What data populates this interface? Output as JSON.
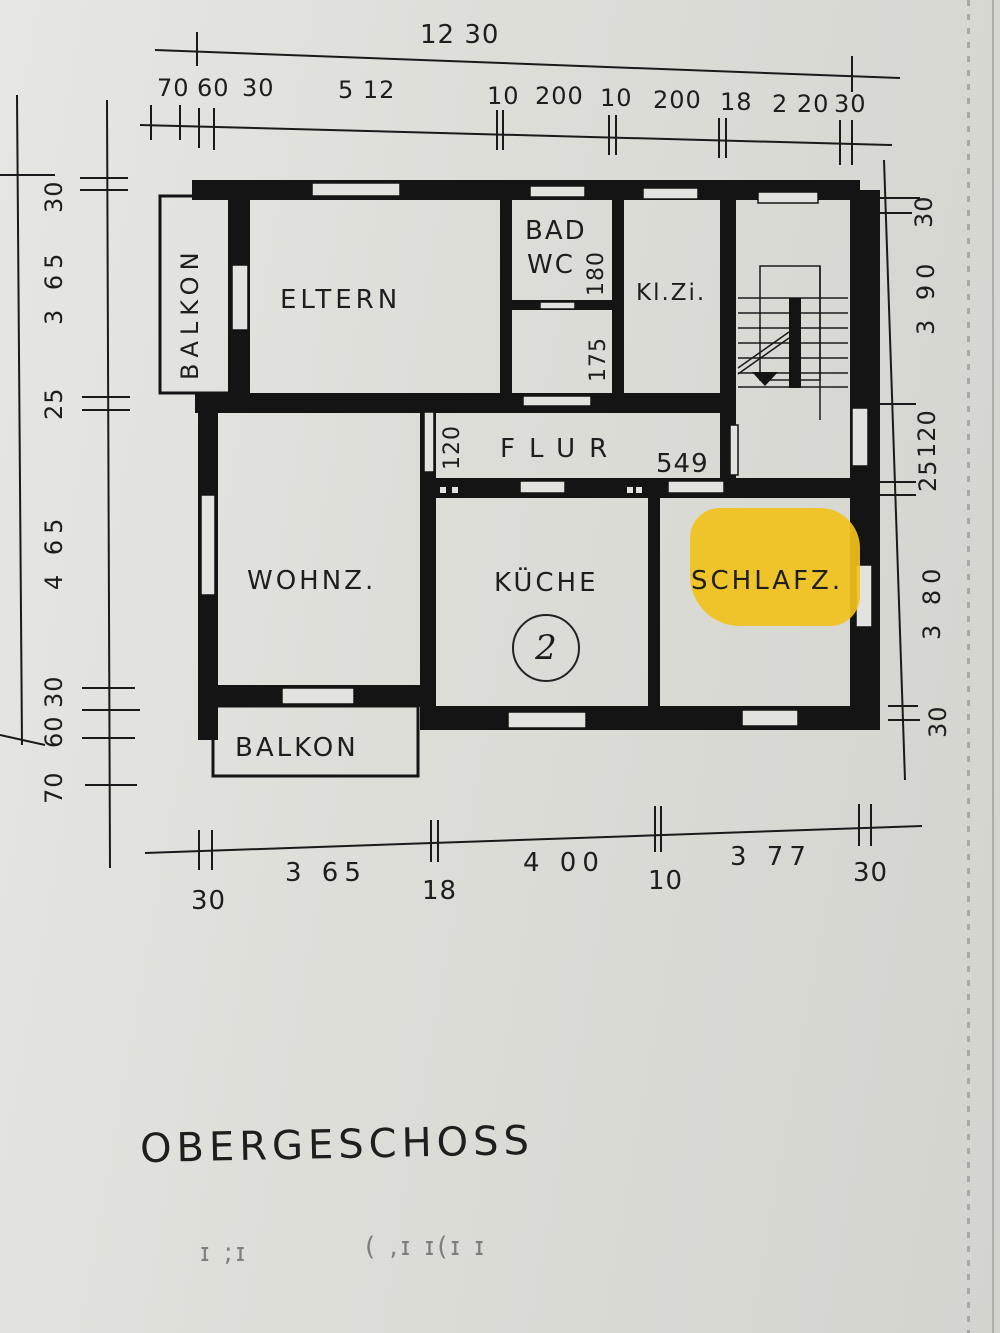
{
  "title": "OBERGESCHOSS",
  "faint_text": [
    "ɪ ;ɪ",
    "( ,ɪ ɪ(ɪ ɪ"
  ],
  "rooms": {
    "balkon_top": "BALKON",
    "eltern": "ELTERN",
    "bad_wc_line1": "BAD",
    "bad_wc_line2": "WC",
    "bad_dim": "180",
    "wc_dim": "175",
    "kl_zi": "Kl.Zi.",
    "flur": "FLUR",
    "flur_dim_left": "120",
    "flur_dim_right": "549",
    "wohnz": "WOHNZ.",
    "kueche": "KÜCHE",
    "schlafz": "SCHLAFZ.",
    "balkon_bottom": "BALKON",
    "unit_number": "2"
  },
  "highlight": {
    "room": "SCHLAFZ.",
    "color": "#f1c21b"
  },
  "dimensions": {
    "top_total": "12 30",
    "top_segments": [
      "70",
      "60",
      "30",
      "5 12",
      "10",
      "200",
      "10",
      "200",
      "18",
      "2 20",
      "30"
    ],
    "bottom_segments": [
      "30",
      "3 65",
      "18",
      "4 00",
      "10",
      "3 77",
      "30"
    ],
    "left_segments": [
      "30",
      "3 65",
      "25",
      "4 65",
      "30",
      "60",
      "70"
    ],
    "right_segments": [
      "30",
      "3 90",
      "120",
      "25",
      "3 80",
      "30"
    ]
  }
}
